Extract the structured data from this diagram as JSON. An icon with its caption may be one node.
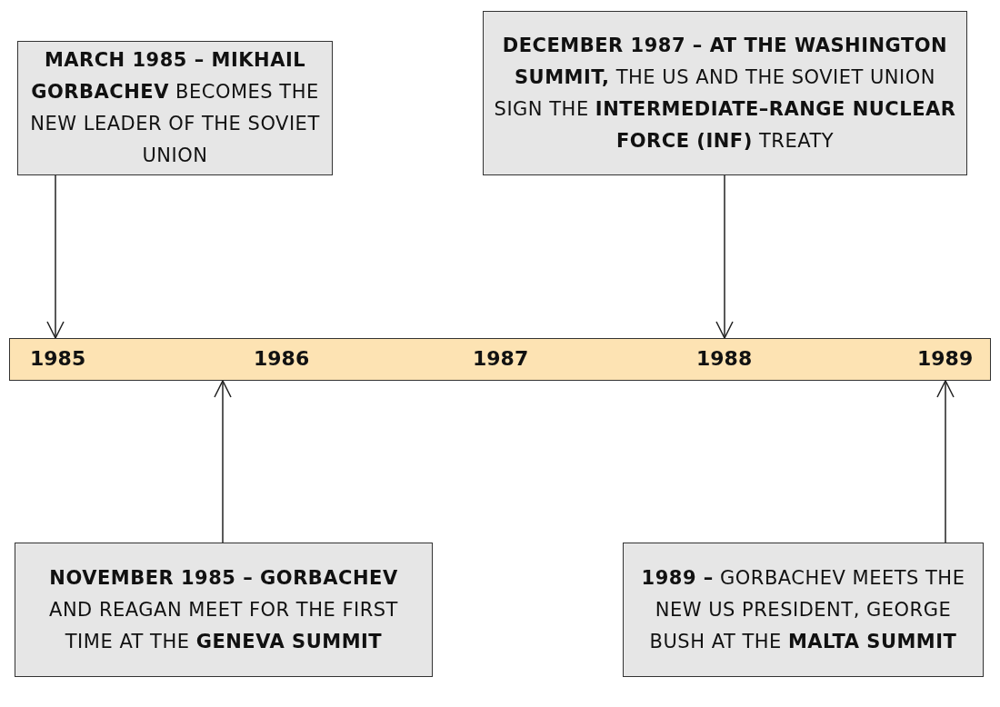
{
  "diagram": {
    "nodes": [
      {
        "text": [
          "**MARCH 1985 – MIKHAIL GORBACHEV** BECOMES THE NEW LEADER OF THE SOVIET UNION"
        ]
      },
      {
        "text": [
          "**DECEMBER 1987 – AT THE WASHINGTON SUMMIT,** THE US AND THE SOVIET UNION SIGN THE **INTERMEDIATE–RANGE NUCLEAR FORCE (INF)** TREATY"
        ]
      },
      {
        "text": [
          "1985",
          "1986",
          "1987",
          "1988",
          "1989"
        ]
      },
      {
        "text": [
          "**NOVEMBER 1985 – GORBACHEV** AND REAGAN MEET FOR THE FIRST TIME AT THE **GENEVA SUMMIT**"
        ]
      },
      {
        "text": [
          "**1989 –** GORBACHEV MEETS THE NEW US PRESIDENT, GEORGE BUSH AT THE **MALTA SUMMIT**"
        ]
      }
    ],
    "edges": [
      {
        "from": 0,
        "to": 2,
        "arrow": "to"
      },
      {
        "from": 1,
        "to": 2,
        "arrow": "to"
      },
      {
        "from": 3,
        "to": 2,
        "arrow": "to"
      },
      {
        "from": 4,
        "to": 2,
        "arrow": "to"
      }
    ]
  }
}
